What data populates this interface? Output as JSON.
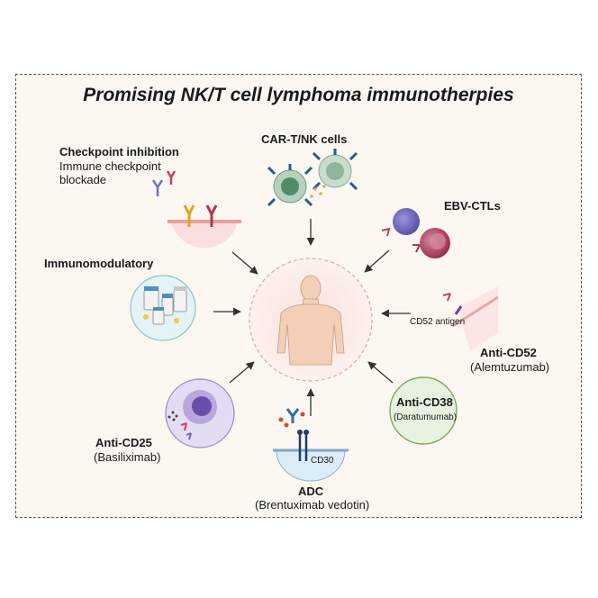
{
  "title": "Promising NK/T cell lymphoma immunotherpies",
  "checkpoint": {
    "heading": "Checkpoint inhibition",
    "line1": "Immune checkpoint",
    "line2": "blockade"
  },
  "car": {
    "heading": "CAR-T/NK cells"
  },
  "ebv": {
    "heading": "EBV-CTLs"
  },
  "immuno": {
    "heading": "Immunomodulatory"
  },
  "cd52": {
    "antigen_label": "CD52 antigen",
    "heading": "Anti-CD52",
    "drug": "(Alemtuzumab)"
  },
  "cd38": {
    "heading": "Anti-CD38",
    "drug": "(Daratumumab)"
  },
  "cd25": {
    "heading": "Anti-CD25",
    "drug": "(Basiliximab)"
  },
  "adc": {
    "target_label": "CD30",
    "heading": "ADC",
    "drug": "(Brentuximab vedotin)"
  }
}
